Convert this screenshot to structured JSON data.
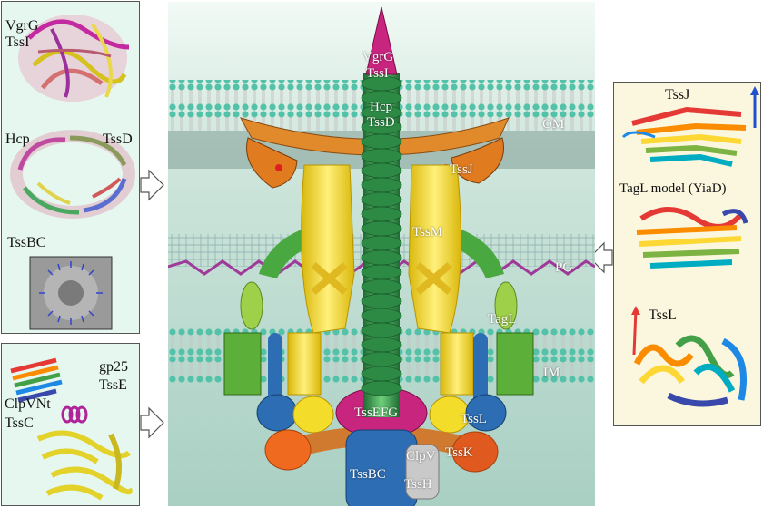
{
  "colors": {
    "left_panel_fill": "#e6f7ef",
    "right_panel_fill": "#fbf7df",
    "center_bg": "#c3ddd3",
    "membrane_head": "#48b8a0",
    "tube_green": "#3ea85a",
    "spike_magenta": "#c8257e",
    "sheath_blue": "#2d6db3",
    "tssm_yellow": "#f4dd2a",
    "tssj_orange": "#e08a2c",
    "pg_purple": "#a03a9a",
    "label_white": "#ffffff"
  },
  "left_top_panel": {
    "vgrg": "VgrG",
    "tssi": "TssI",
    "hcp": "Hcp",
    "tssd": "TssD",
    "tssbc": "TssBC"
  },
  "left_bottom_panel": {
    "gp25": "gp25",
    "tsse": "TssE",
    "clpvnt": "ClpVNt",
    "tssc": "TssC"
  },
  "right_panel": {
    "tssj": "TssJ",
    "tagl_model": "TagL model (YiaD)",
    "tssl": "TssL"
  },
  "center": {
    "vgrg": "VgrG",
    "tssi": "TssI",
    "hcp": "Hcp",
    "tssd": "TssD",
    "om": "OM",
    "tssj": "TssJ",
    "tssm": "TssM",
    "pg": "PG",
    "tagl": "TagL",
    "im": "IM",
    "tssefg": "TssEFG",
    "tssl": "TssL",
    "clpv": "ClpV",
    "tssk": "TssK",
    "tssbc": "TssBC",
    "tssh": "TssH"
  }
}
